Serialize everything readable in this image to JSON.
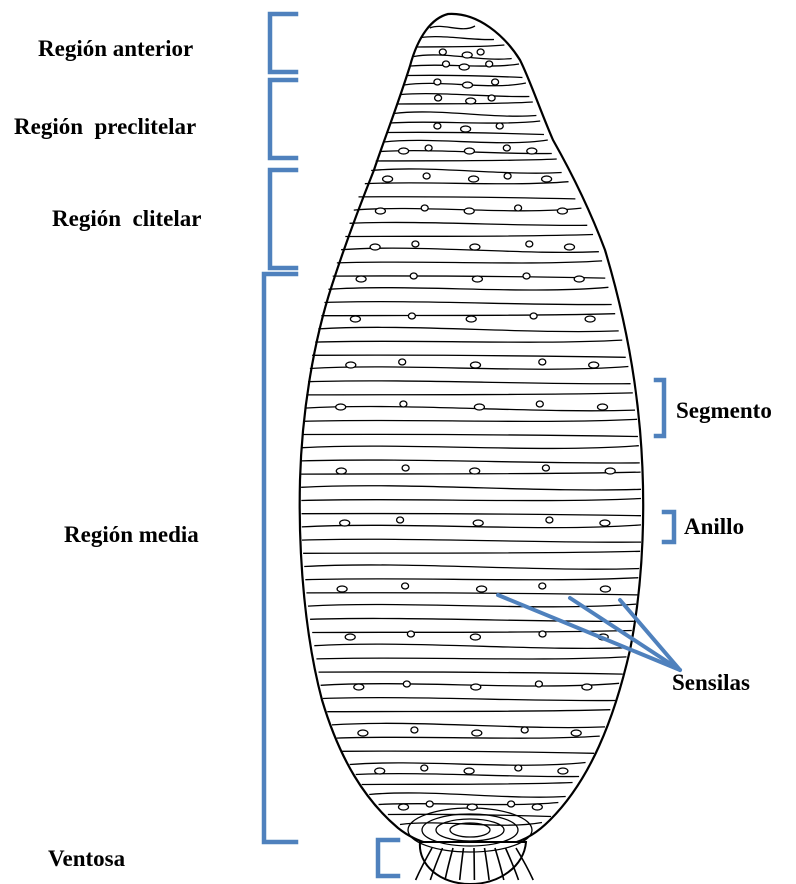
{
  "colors": {
    "bracket": "#4f81bd",
    "outline": "#000000",
    "background": "#ffffff"
  },
  "labels": {
    "region_anterior": "Región anterior",
    "region_preclitelar": "Región  preclitelar",
    "region_clitelar": "Región  clitelar",
    "region_media": "Región media",
    "ventosa": "Ventosa",
    "segmento": "Segmento",
    "anillo": "Anillo",
    "sensilas": "Sensilas"
  }
}
